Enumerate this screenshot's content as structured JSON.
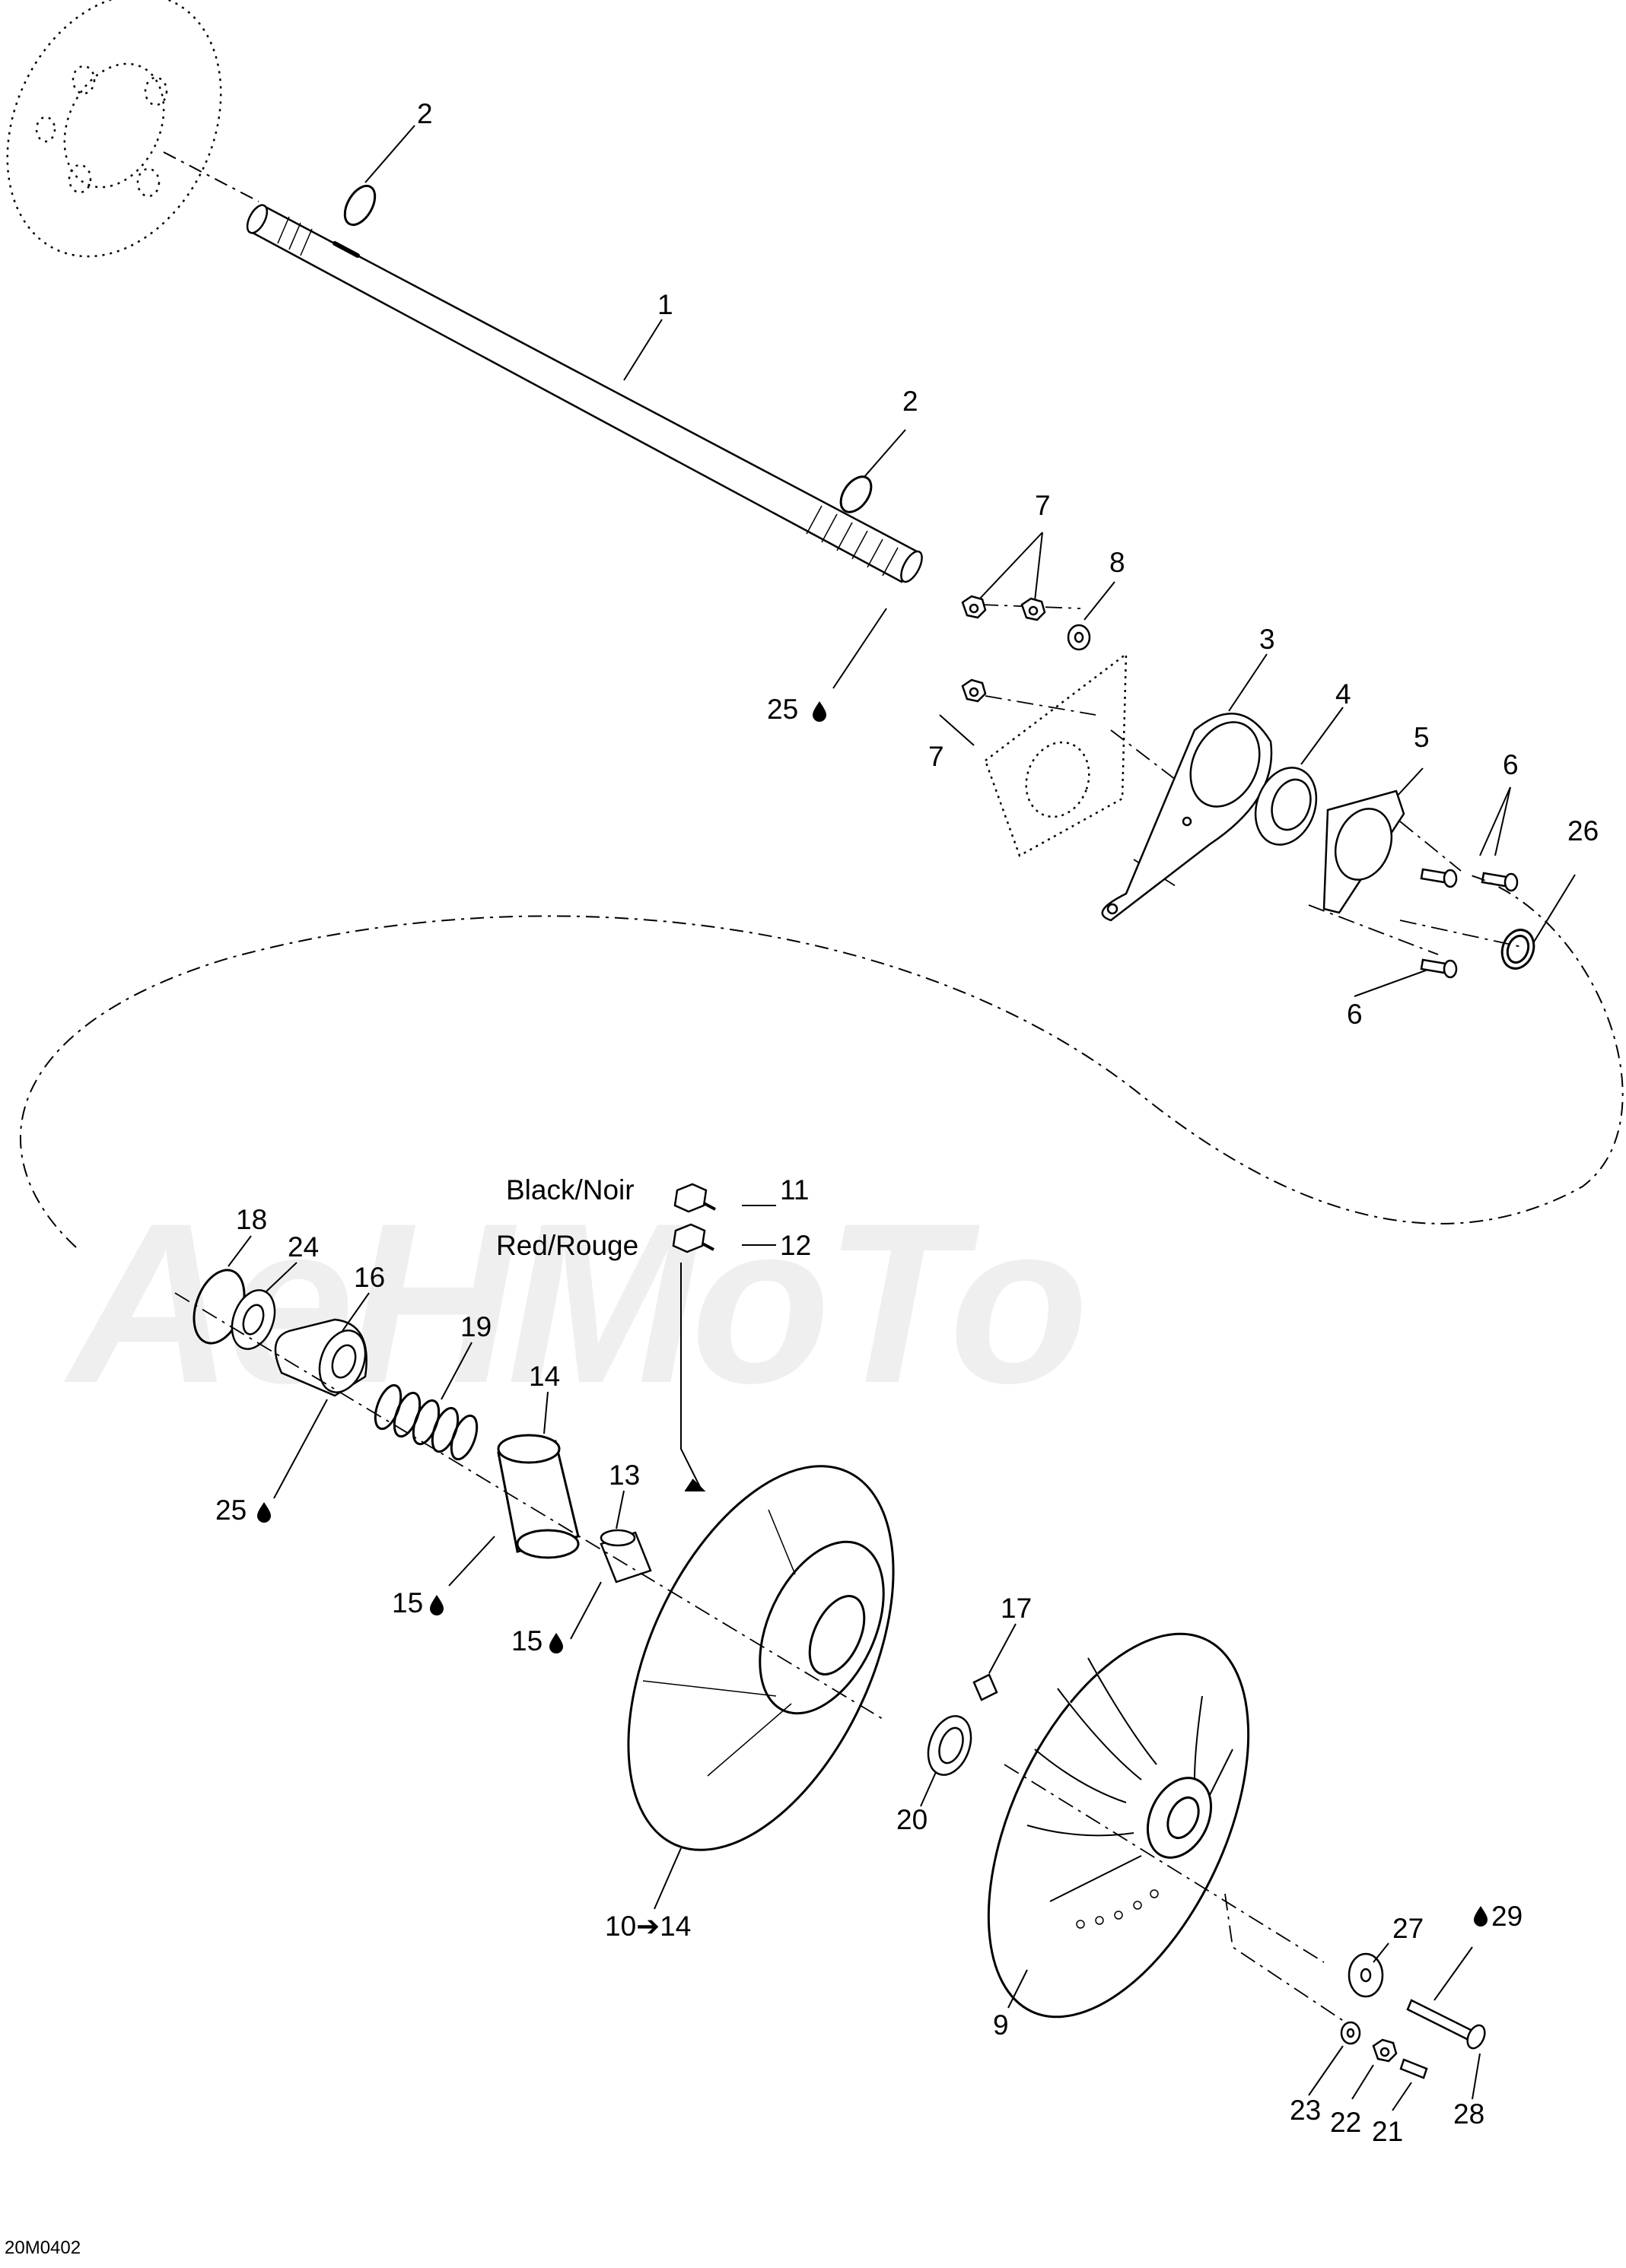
{
  "diagram_code": "20M0402",
  "watermark_text": "AeHMoTo",
  "callouts": [
    {
      "id": "c-2a",
      "text": "2"
    },
    {
      "id": "c-1",
      "text": "1"
    },
    {
      "id": "c-2b",
      "text": "2"
    },
    {
      "id": "c-7a",
      "text": "7"
    },
    {
      "id": "c-8",
      "text": "8"
    },
    {
      "id": "c-25a",
      "text": "25"
    },
    {
      "id": "c-3",
      "text": "3"
    },
    {
      "id": "c-4",
      "text": "4"
    },
    {
      "id": "c-5",
      "text": "5"
    },
    {
      "id": "c-7b",
      "text": "7"
    },
    {
      "id": "c-6a",
      "text": "6"
    },
    {
      "id": "c-26",
      "text": "26"
    },
    {
      "id": "c-6b",
      "text": "6"
    },
    {
      "id": "c-11",
      "text": "11"
    },
    {
      "id": "c-12",
      "text": "12"
    },
    {
      "id": "c-18",
      "text": "18"
    },
    {
      "id": "c-24",
      "text": "24"
    },
    {
      "id": "c-16",
      "text": "16"
    },
    {
      "id": "c-19",
      "text": "19"
    },
    {
      "id": "c-14",
      "text": "14"
    },
    {
      "id": "c-13",
      "text": "13"
    },
    {
      "id": "c-25b",
      "text": "25"
    },
    {
      "id": "c-15a",
      "text": "15"
    },
    {
      "id": "c-15b",
      "text": "15"
    },
    {
      "id": "c-17",
      "text": "17"
    },
    {
      "id": "c-20",
      "text": "20"
    },
    {
      "id": "c-10-14",
      "text": "10➔14"
    },
    {
      "id": "c-27",
      "text": "27"
    },
    {
      "id": "c-29",
      "text": "29"
    },
    {
      "id": "c-9",
      "text": "9"
    },
    {
      "id": "c-28",
      "text": "28"
    },
    {
      "id": "c-23",
      "text": "23"
    },
    {
      "id": "c-22",
      "text": "22"
    },
    {
      "id": "c-21",
      "text": "21"
    }
  ],
  "color_labels": {
    "black": "Black/Noir",
    "red": "Red/Rouge"
  },
  "icons": [
    "lubricant-drop-icon",
    "color-cap-icon"
  ]
}
